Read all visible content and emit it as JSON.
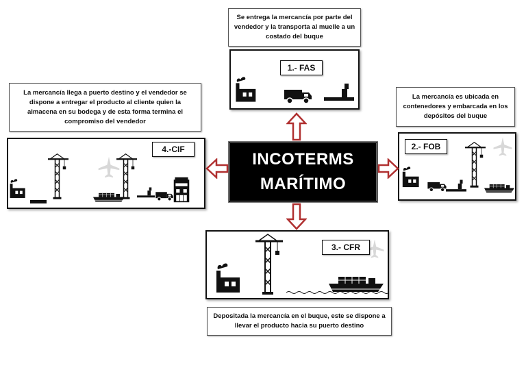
{
  "title": {
    "line1": "INCOTERMS",
    "line2": "MARÍTIMO"
  },
  "terms": {
    "fas": {
      "label": "1.- FAS",
      "description": "Se entrega la mercancía por parte del vendedor y la transporta al muelle a un costado del buque"
    },
    "fob": {
      "label": "2.- FOB",
      "description": "La mercancía  es ubicada en contenedores y embarcada en los depósitos del buque"
    },
    "cfr": {
      "label": "3.- CFR",
      "description": "Depositada la mercancía en el buque, este se dispone a llevar el producto hacia su puerto destino"
    },
    "cif": {
      "label": "4.-CIF",
      "description": "La mercancía llega a puerto destino y el vendedor se dispone a entregar el producto al cliente quien la almacena en su bodega y de esta forma termina el compromiso del vendedor"
    }
  },
  "colors": {
    "arrow_stroke": "#b03030",
    "arrow_fill": "#ffffff",
    "center_bg": "#000000",
    "center_text": "#ffffff"
  }
}
